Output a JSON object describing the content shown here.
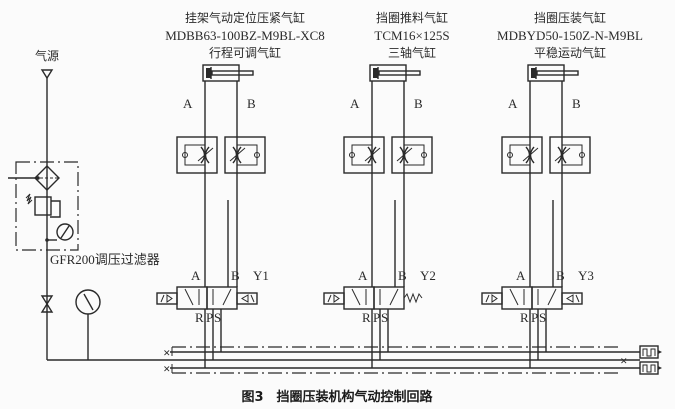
{
  "air_source": {
    "label": "气源"
  },
  "frl_unit": {
    "label": "GFR200调压过滤器"
  },
  "cylinders": [
    {
      "id": "c1",
      "name": "挂架气动定位压紧气缸",
      "model": "MDBB63-100BZ-M9BL-XC8",
      "desc": "行程可调气缸",
      "port_a": "A",
      "port_b": "B",
      "valve_a": "A",
      "valve_b": "B",
      "solenoid": "Y1",
      "port_r": "R",
      "port_p": "P",
      "port_s": "S",
      "valve_type": "double-solenoid"
    },
    {
      "id": "c2",
      "name": "挡圈推料气缸",
      "model": "TCM16×125S",
      "desc": "三轴气缸",
      "port_a": "A",
      "port_b": "B",
      "valve_a": "A",
      "valve_b": "B",
      "solenoid": "Y2",
      "port_r": "R",
      "port_p": "P",
      "port_s": "S",
      "valve_type": "single-solenoid-spring"
    },
    {
      "id": "c3",
      "name": "挡圈压装气缸",
      "model": "MDBYD50-150Z-N-M9BL",
      "desc": "平稳运动气缸",
      "port_a": "A",
      "port_b": "B",
      "valve_a": "A",
      "valve_b": "B",
      "solenoid": "Y3",
      "port_r": "R",
      "port_p": "P",
      "port_s": "S",
      "valve_type": "double-solenoid"
    }
  ],
  "caption": "图3　挡圈压装机构气动控制回路"
}
